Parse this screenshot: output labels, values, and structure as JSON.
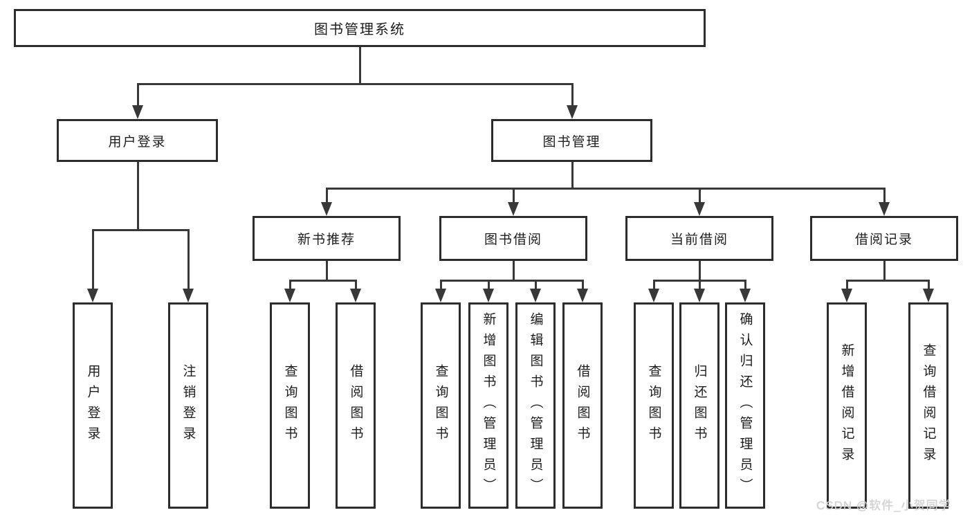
{
  "diagram": {
    "root": {
      "label": "图书管理系统"
    },
    "level2": [
      {
        "label": "用户登录"
      },
      {
        "label": "图书管理"
      }
    ],
    "level3": [
      {
        "label": "新书推荐"
      },
      {
        "label": "图书借阅"
      },
      {
        "label": "当前借阅"
      },
      {
        "label": "借阅记录"
      }
    ],
    "leaves": {
      "user_login": [
        {
          "label": "用户登录"
        },
        {
          "label": "注销登录"
        }
      ],
      "new_book_recommend": [
        {
          "label": "查询图书"
        },
        {
          "label": "借阅图书"
        }
      ],
      "book_borrow": [
        {
          "label": "查询图书"
        },
        {
          "label": "新增图书（管理员）"
        },
        {
          "label": "编辑图书（管理员）"
        },
        {
          "label": "借阅图书"
        }
      ],
      "current_borrow": [
        {
          "label": "查询图书"
        },
        {
          "label": "归还图书"
        },
        {
          "label": "确认归还（管理员）"
        }
      ],
      "borrow_record": [
        {
          "label": "新增借阅记录"
        },
        {
          "label": "查询借阅记录"
        }
      ]
    },
    "colors": {
      "background": "#ffffff",
      "box_border": "#2c2c2c",
      "line": "#383838",
      "text": "#1d1d1d"
    }
  },
  "watermark": {
    "text": "CSDN @软件_小贺同学",
    "color": "#d4d4d4"
  }
}
